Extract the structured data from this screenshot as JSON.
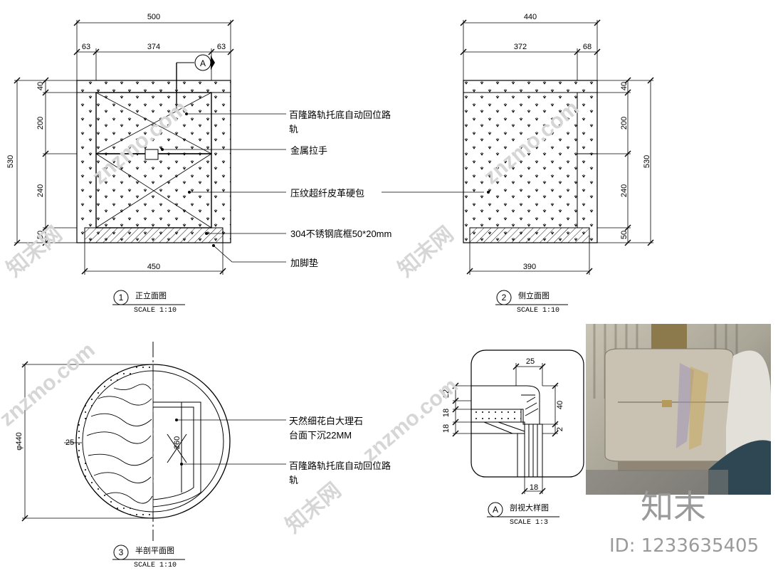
{
  "views": {
    "front": {
      "number": "1",
      "title": "正立面图",
      "scale": "SCALE 1:10",
      "dims": {
        "total_width": "500",
        "side_left": "63",
        "center": "374",
        "side_right": "63",
        "bottom_width": "450",
        "height_total": "530",
        "h1": "40",
        "h2": "200",
        "h3": "240",
        "h4": "50"
      }
    },
    "side": {
      "number": "2",
      "title": "侧立面图",
      "scale": "SCALE 1:10",
      "dims": {
        "total_width": "440",
        "center": "372",
        "side_right": "68",
        "bottom_width": "390",
        "height_total": "530",
        "h1": "40",
        "h2": "200",
        "h3": "240",
        "h4": "50"
      }
    },
    "plan": {
      "number": "3",
      "title": "半剖平面图",
      "scale": "SCALE 1:10",
      "dims": {
        "diameter": "φ440",
        "offset": "25",
        "drawer": "260"
      }
    },
    "detail": {
      "number": "A",
      "title": "剖视大样图",
      "scale": "SCALE 1:3",
      "dims": {
        "top": "25",
        "h22": "22",
        "h18a": "18",
        "h18b": "18",
        "right40": "40",
        "right2": "2",
        "bottom": "18"
      }
    }
  },
  "callouts": {
    "rail_line1": "百隆路轨托底自动回位路",
    "rail_line2": "轨",
    "handle": "金属拉手",
    "leather": "压纹超纤皮革硬包",
    "frame": "304不锈钢底框50*20mm",
    "foot": "加脚垫",
    "marble_line1": "天然细花白大理石",
    "marble_line2": "台面下沉22MM",
    "rail2_line1": "百隆路轨托底自动回位路",
    "rail2_line2": "轨"
  },
  "section_marker": "A",
  "watermarks": {
    "site": "znzmo.com",
    "brand": "知末网",
    "logo": "知末",
    "id": "ID: 1233635405"
  }
}
